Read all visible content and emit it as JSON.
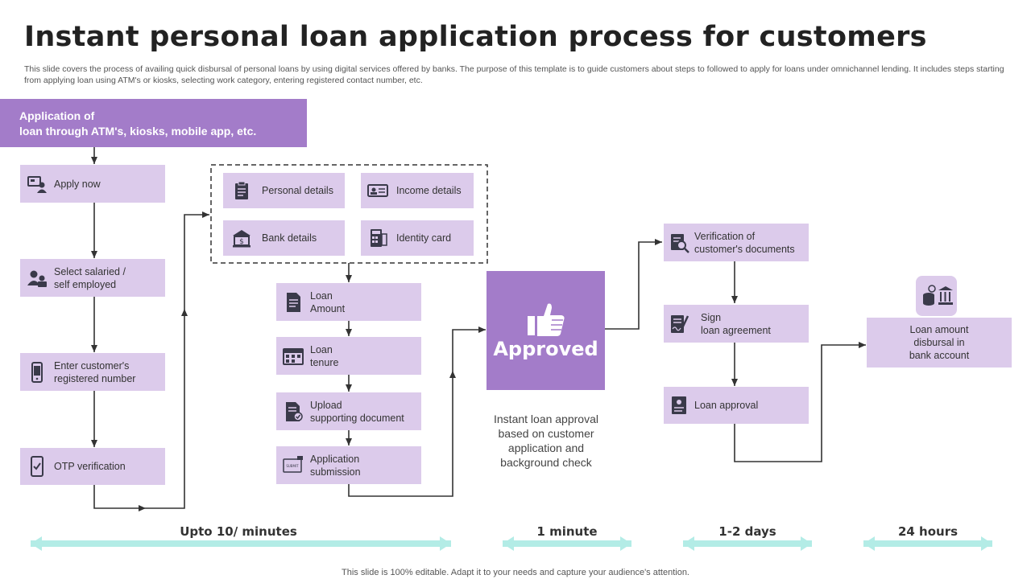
{
  "title": "Instant personal loan application process for customers",
  "subtitle": "This slide covers the process of availing quick disbursal of personal loans by using digital services offered by banks. The purpose of this template is to guide customers about steps to followed to apply for loans under omnichannel lending. It includes steps starting from applying loan using ATM's or kiosks, selecting work category, entering registered contact number, etc.",
  "header": {
    "line1": "Application of",
    "line2": "loan through ATM's, kiosks,  mobile app, etc."
  },
  "steps_left": [
    {
      "label": "Apply now",
      "icon": "person-computer-icon"
    },
    {
      "label": "Select salaried  /\nself employed",
      "icon": "people-icon"
    },
    {
      "label": "Enter customer's\nregistered number",
      "icon": "mobile-phone-icon"
    },
    {
      "label": "OTP verification",
      "icon": "mobile-check-icon"
    }
  ],
  "details_group": [
    {
      "label": "Personal details",
      "icon": "clipboard-icon"
    },
    {
      "label": "Income details",
      "icon": "id-card-icon"
    },
    {
      "label": "Bank details",
      "icon": "bank-building-icon"
    },
    {
      "label": "Identity card",
      "icon": "calculator-icon"
    }
  ],
  "steps_middle": [
    {
      "label": "Loan\nAmount",
      "icon": "document-icon"
    },
    {
      "label": "Loan\ntenure",
      "icon": "calendar-icon"
    },
    {
      "label": "Upload\nsupporting document",
      "icon": "document-check-icon"
    },
    {
      "label": "Application\nsubmission",
      "icon": "submit-screen-icon",
      "icon_text": "SUBMIT"
    }
  ],
  "approved": {
    "label": "Approved",
    "icon": "thumbs-up-icon",
    "note": "Instant loan approval based on customer application and background check"
  },
  "steps_right": [
    {
      "label": "Verification of\ncustomer's documents",
      "icon": "document-search-icon"
    },
    {
      "label": "Sign\nloan agreement",
      "icon": "signature-icon"
    },
    {
      "label": "Loan approval",
      "icon": "approval-document-icon"
    }
  ],
  "disbursal": {
    "label": "Loan amount\ndisbursal in\nbank account",
    "icon": "bank-money-icon"
  },
  "timeline": [
    {
      "label": "Upto 10/ minutes"
    },
    {
      "label": "1 minute"
    },
    {
      "label": "1-2 days"
    },
    {
      "label": "24 hours"
    }
  ],
  "footer": "This slide is 100% editable. Adapt it to your needs and capture your audience's attention.",
  "colors": {
    "accent": "#a37cc9",
    "box": "#dccbeb",
    "timeline": "#b3ece6",
    "icon": "#3a3a4a"
  }
}
